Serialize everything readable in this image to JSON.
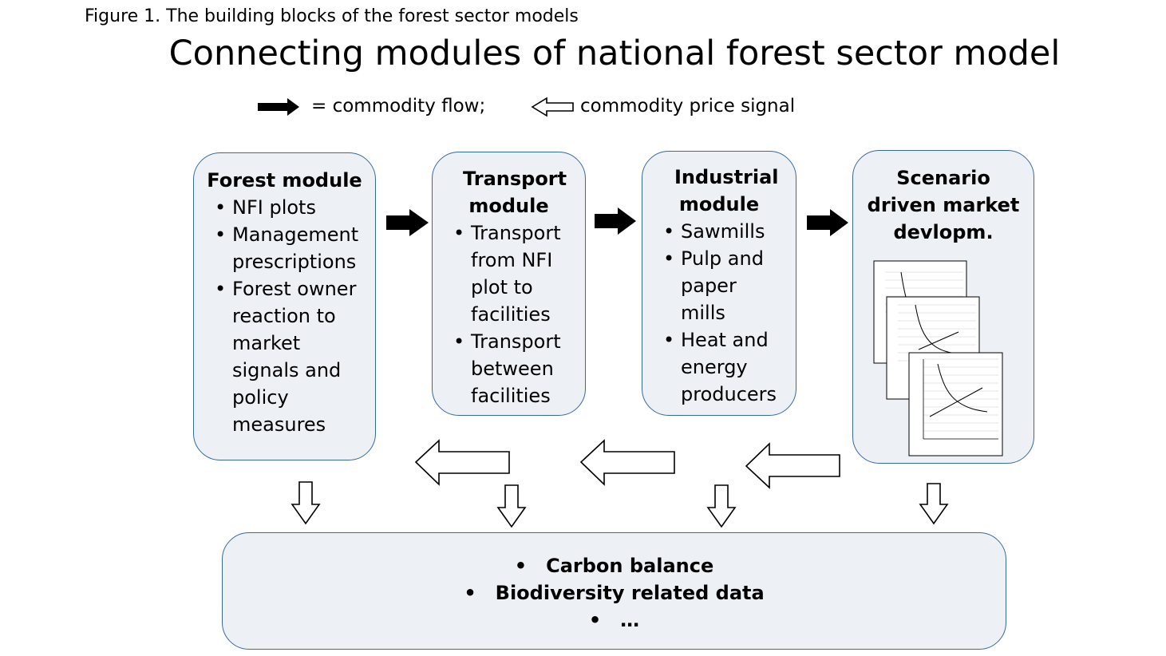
{
  "caption": "Figure 1. The building blocks of the forest sector models",
  "title": "Connecting modules of national forest sector model",
  "legend": {
    "solid_label": "= commodity flow;",
    "hollow_label": "commodity price signal"
  },
  "modules": [
    {
      "title": "Forest module",
      "items": [
        "NFI plots",
        "Management prescriptions",
        "Forest owner reaction to market signals and policy measures"
      ]
    },
    {
      "title": "Transport module",
      "items": [
        "Transport from NFI plot to facilities",
        "Transport between facilities"
      ]
    },
    {
      "title": "Industrial module",
      "items": [
        "Sawmills",
        "Pulp and paper mills",
        "Heat and energy producers"
      ]
    },
    {
      "title": "Scenario driven market devlopm.",
      "items": []
    }
  ],
  "outputs": [
    "Carbon balance",
    "Biodiversity related data",
    "…"
  ],
  "colors": {
    "box_fill": "#edf0f5",
    "box_border": "#3a6a9a",
    "arrow": "#000000"
  }
}
